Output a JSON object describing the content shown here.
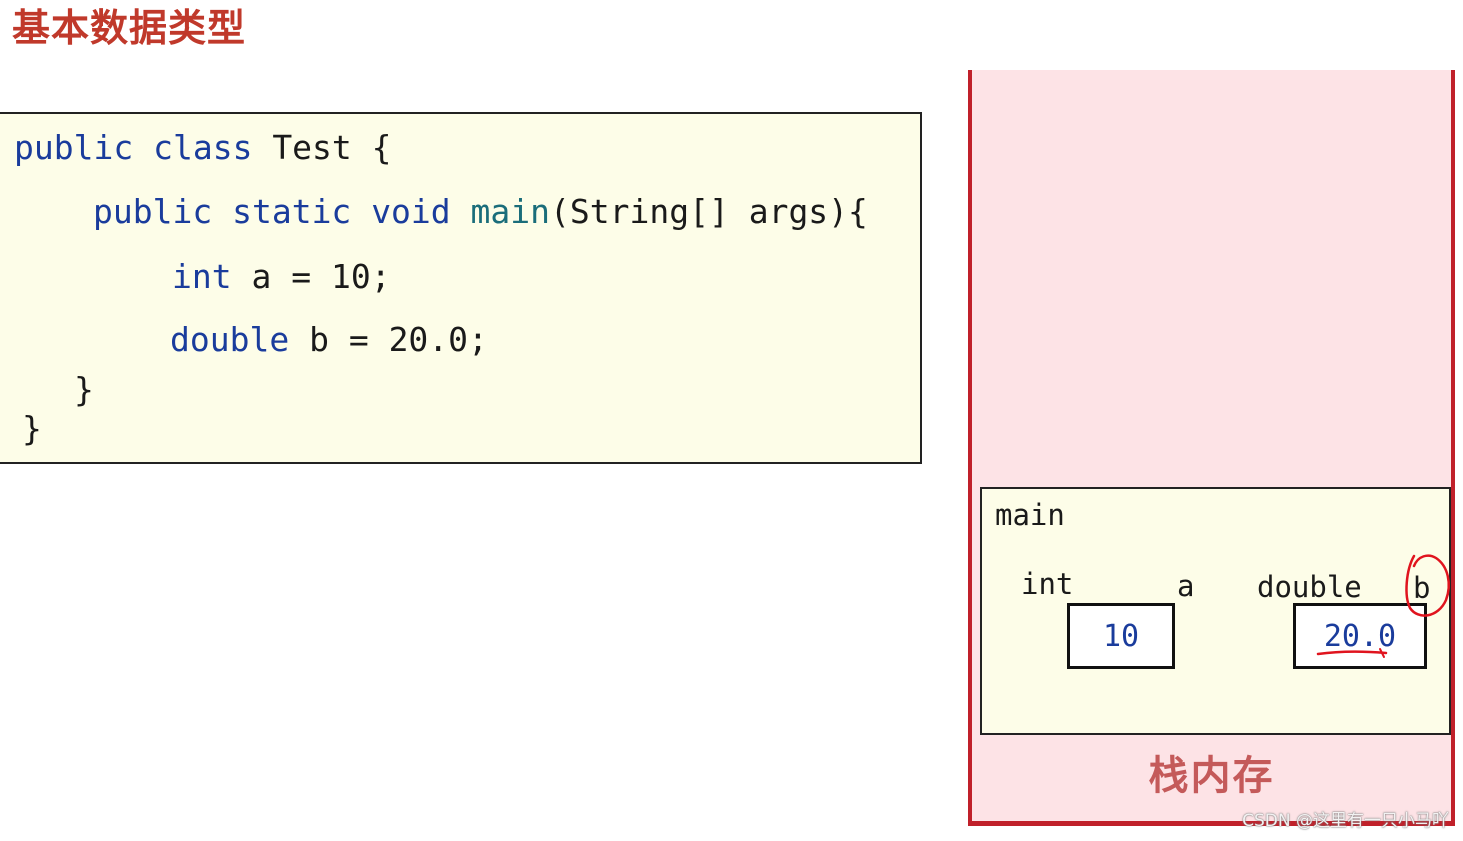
{
  "title": "基本数据类型",
  "code": {
    "line1": {
      "kw1": "public",
      "kw2": "class",
      "rest": "Test {"
    },
    "line2": {
      "kw1": "public",
      "kw2": "static",
      "kw3": "void",
      "fn": "main",
      "rest": "(String[] args){"
    },
    "line3": {
      "kw": "int",
      "rest": "a = 10;"
    },
    "line4": {
      "kw": "double",
      "rest": "b = 20.0;"
    },
    "line5": {
      "rest": "}"
    },
    "line6": {
      "rest": "}"
    }
  },
  "stack": {
    "label": "栈内存",
    "frame": {
      "name": "main",
      "vars": [
        {
          "type": "int",
          "name": "a",
          "value": "10"
        },
        {
          "type": "double",
          "name": "b",
          "value": "20.0"
        }
      ]
    }
  },
  "watermark": "CSDN @这里有一只小马吖",
  "colors": {
    "title": "#c0392b",
    "keyword": "#1a3c9c",
    "function": "#1a6d7a",
    "stack_border": "#c0202a",
    "stack_fill": "#fde3e6",
    "code_fill": "#fdfde8",
    "annotation": "#e0141e"
  }
}
